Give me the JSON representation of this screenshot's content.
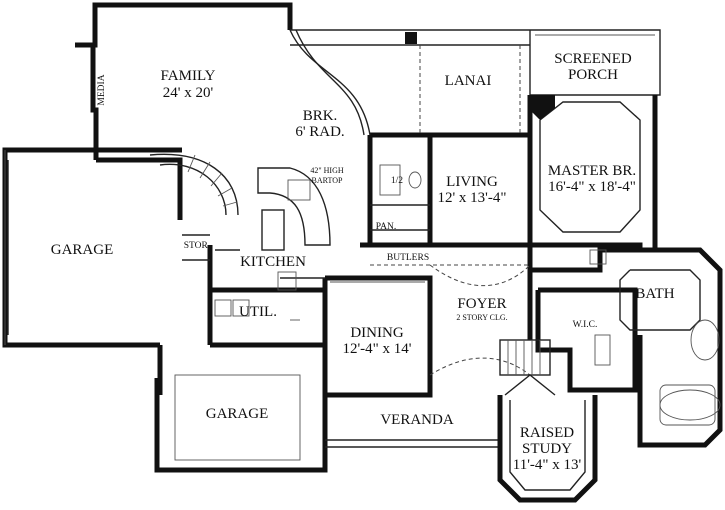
{
  "rooms": {
    "family": {
      "name": "FAMILY",
      "dims": "24' x 20'"
    },
    "media": {
      "name": "MEDIA"
    },
    "brk": {
      "name": "BRK.",
      "dims": "6' RAD."
    },
    "lanai": {
      "name": "LANAI"
    },
    "screened_porch": {
      "line1": "SCREENED",
      "line2": "PORCH"
    },
    "bartop": {
      "line1": "42\" HIGH",
      "line2": "BARTOP"
    },
    "half_bath": {
      "name": "1/2"
    },
    "living": {
      "name": "LIVING",
      "dims": "12' x 13'-4\""
    },
    "master": {
      "name": "MASTER BR.",
      "dims": "16'-4\" x 18'-4\""
    },
    "pan": {
      "name": "PAN."
    },
    "garage1": {
      "name": "GARAGE"
    },
    "stor": {
      "name": "STOR."
    },
    "kitchen": {
      "name": "KITCHEN"
    },
    "butlers": {
      "name": "BUTLERS"
    },
    "bath": {
      "name": "BATH"
    },
    "util": {
      "name": "UTIL."
    },
    "foyer": {
      "name": "FOYER",
      "note": "2 STORY CLG."
    },
    "wic": {
      "name": "W.I.C."
    },
    "dining": {
      "name": "DINING",
      "dims": "12'-4\" x 14'"
    },
    "garage2": {
      "name": "GARAGE"
    },
    "veranda": {
      "name": "VERANDA"
    },
    "study": {
      "line1": "RAISED",
      "line2": "STUDY",
      "dims": "11'-4\" x 13'"
    }
  }
}
